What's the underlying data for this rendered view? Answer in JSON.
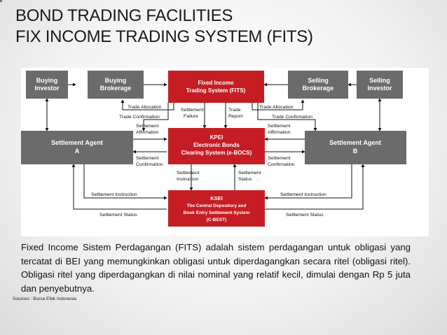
{
  "slide": {
    "title_line1": "BOND TRADING FACILITIES",
    "title_line2": "FIX INCOME TRADING SYSTEM (FITS)",
    "description": "Fixed Income Sistem Perdagangan (FITS) adalah sistem perdagangan untuk obligasi yang tercatat di BEI yang memungkinkan obligasi untuk diperdagangkan secara ritel (obligasi ritel). Obligasi ritel yang diperdagangkan di nilai nominal yang relatif kecil, dimulai dengan Rp 5 juta dan penyebutnya.",
    "source": "Sources : Bursa Efek Indonesia"
  },
  "diagram": {
    "colors": {
      "red": "#c41e24",
      "gray": "#6b6b6b",
      "text_on_box": "#ffffff",
      "label": "#111111"
    },
    "boxes": {
      "buying_investor": [
        "Buying",
        "Investor"
      ],
      "buying_brokerage": [
        "Buying",
        "Brokerage"
      ],
      "fits": [
        "Fixed Income",
        "Trading System (FITS)"
      ],
      "selling_brokerage": [
        "Selling",
        "Brokerage"
      ],
      "selling_investor": [
        "Selling",
        "Investor"
      ],
      "settlement_a": [
        "Settlement Agent",
        "A"
      ],
      "kpei": [
        "KPEI",
        "Electronic Bonds",
        "Clearing System (e-BOCS)"
      ],
      "settlement_b": [
        "Settlement Agent",
        "B"
      ],
      "ksei": [
        "KSEI",
        "The Central Depository and",
        "Book Entry Settlement System",
        "(C-BEST)"
      ]
    },
    "labels": {
      "trade_allocation_left": "Trade Allocation",
      "trade_confirmation_left": "Trade Confirmation",
      "trade_allocation_right": "Trade Allocation",
      "trade_confirmation_right": "Trade Confirmation",
      "settlement_failure": [
        "Settlement",
        "Failure"
      ],
      "trade_report": [
        "Trade",
        "Report"
      ],
      "settlement_affirmation_left": [
        "Settlement",
        "Affirmation"
      ],
      "settlement_confirmation_left": [
        "Settlement",
        "Confirmation"
      ],
      "settlement_affirmation_right": [
        "Settlement",
        "Affirmation"
      ],
      "settlement_confirmation_right": [
        "Settlement",
        "Confirmation"
      ],
      "settlement_instruction_mid": [
        "Settlement",
        "Instruction"
      ],
      "settlement_status_mid": [
        "Settlement",
        "Status"
      ],
      "settlement_instruction_left": "Settlement Instruction",
      "settlement_status_left": "Settlement Status",
      "settlement_instruction_right": "Settlement Instruction",
      "settlement_status_right": "Settlement Status"
    }
  }
}
